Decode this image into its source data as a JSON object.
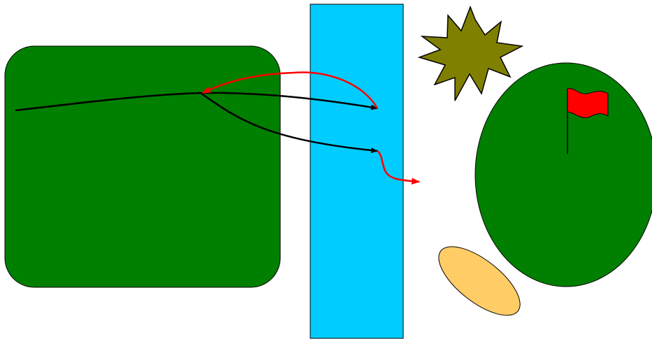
{
  "colors": {
    "background": "#ffffff",
    "fairway": "#007f00",
    "water": "#00ccff",
    "green": "#007f00",
    "bunker": "#ffcc66",
    "hazard_burst": "#808000",
    "flag": "#ff0000",
    "shot_path_primary": "#000000",
    "shot_path_alternate": "#ff0000",
    "outline": "#000000"
  },
  "diagram": {
    "elements": [
      "fairway",
      "water-hazard",
      "hazard-burst-icon",
      "putting-green",
      "flag-icon",
      "sand-bunker",
      "shot-path-lines"
    ]
  }
}
